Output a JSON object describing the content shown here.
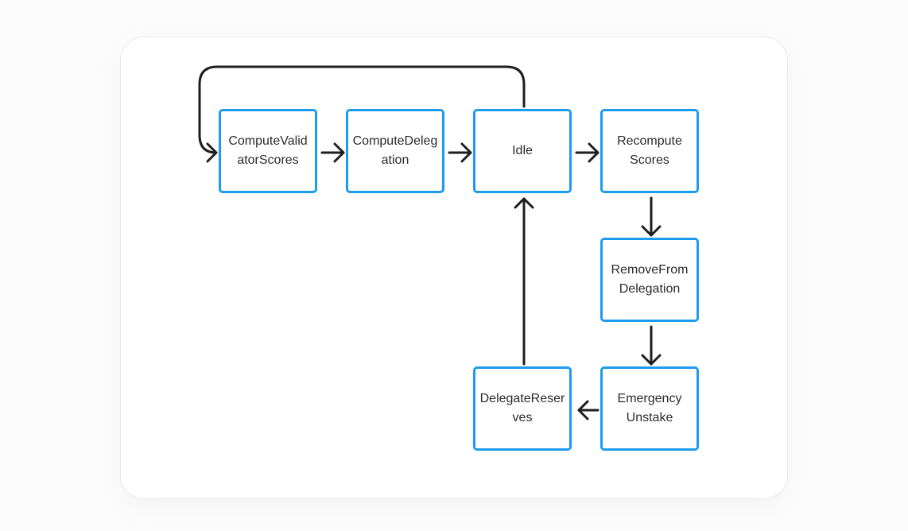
{
  "diagram": {
    "nodes": [
      {
        "id": "cvs",
        "label": "ComputeValidatorScores"
      },
      {
        "id": "cd",
        "label": "ComputeDelegation"
      },
      {
        "id": "idle",
        "label": "Idle"
      },
      {
        "id": "rs",
        "label": "Recompute Scores"
      },
      {
        "id": "rfd",
        "label": "RemoveFromDelegation"
      },
      {
        "id": "eu",
        "label": "Emergency Unstake"
      },
      {
        "id": "dr",
        "label": "DelegateReserves"
      }
    ],
    "edges": [
      {
        "from": "cvs",
        "to": "cd"
      },
      {
        "from": "cd",
        "to": "idle"
      },
      {
        "from": "idle",
        "to": "rs"
      },
      {
        "from": "rs",
        "to": "rfd"
      },
      {
        "from": "rfd",
        "to": "eu"
      },
      {
        "from": "eu",
        "to": "dr"
      },
      {
        "from": "dr",
        "to": "idle"
      },
      {
        "from": "idle",
        "to": "cvs"
      }
    ],
    "colors": {
      "node_border": "#1c9bef",
      "edge": "#1e1e1e",
      "text": "#2b2b2b"
    }
  }
}
